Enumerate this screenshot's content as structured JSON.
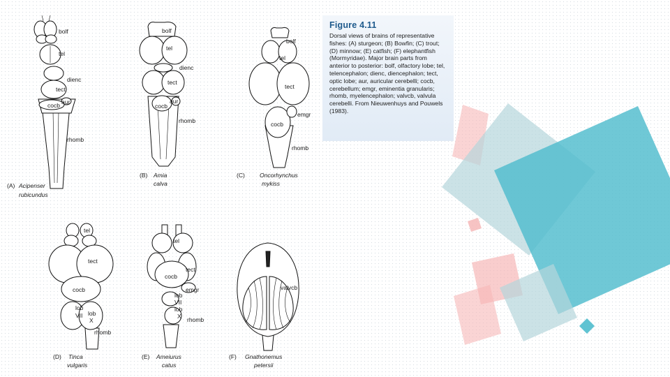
{
  "caption": {
    "title": "Figure 4.11",
    "body": "Dorsal views of brains of representative fishes: (A) sturgeon; (B) Bowfin; (C) trout; (D) minnow; (E) catfish; (F) elephantfish (Mormyridae). Major brain parts from anterior to posterior: bolf, olfactory lobe; tel, telencephalon; dienc, diencephalon; tect, optic lobe; aur, auricular cerebelli; cocb, cerebellum; emgr, eminentia granularis; rhomb, myelencephalon; valvcb, valvula cerebelli. From Nieuwenhuys and Pouwels (1983)."
  },
  "panels": {
    "A": {
      "letter": "(A)",
      "genus": "Acipenser",
      "species": "rubicundus",
      "labels": {
        "bolf": "bolf",
        "tel": "tel",
        "dienc": "dienc",
        "tect": "tect",
        "aur": "aur",
        "cocb": "cocb",
        "rhomb": "rhomb"
      }
    },
    "B": {
      "letter": "(B)",
      "genus": "Amia",
      "species": "calva",
      "labels": {
        "bolf": "bolf",
        "tel": "tel",
        "dienc": "dienc",
        "tect": "tect",
        "aur": "aur",
        "cocb": "cocb",
        "rhomb": "rhomb"
      }
    },
    "C": {
      "letter": "(C)",
      "genus": "Oncorhynchus",
      "species": "mykiss",
      "labels": {
        "bolf": "bolf",
        "tel": "tel",
        "tect": "tect",
        "emgr": "emgr",
        "cocb": "cocb",
        "rhomb": "rhomb"
      }
    },
    "D": {
      "letter": "(D)",
      "genus": "Tinca",
      "species": "vulgaris",
      "labels": {
        "tel": "tel",
        "tect": "tect",
        "cocb": "cocb",
        "lob": "lob",
        "vii": "VII",
        "x": "X",
        "rhomb": "rhomb"
      }
    },
    "E": {
      "letter": "(E)",
      "genus": "Ameiurus",
      "species": "catus",
      "labels": {
        "tel": "tel",
        "tect": "tect",
        "cocb": "cocb",
        "emgr": "emgr",
        "lob": "lob",
        "vii": "VII",
        "x": "X",
        "rhomb": "rhomb"
      }
    },
    "F": {
      "letter": "(F)",
      "genus": "Gnathonemus",
      "species": "petersii",
      "labels": {
        "valvcb": "valvcb"
      }
    }
  },
  "colors": {
    "teal": "#4fbccd",
    "pale_teal": "#b5d6dc",
    "pink": "#f6b8b8",
    "caption_title": "#1e5a8c"
  }
}
